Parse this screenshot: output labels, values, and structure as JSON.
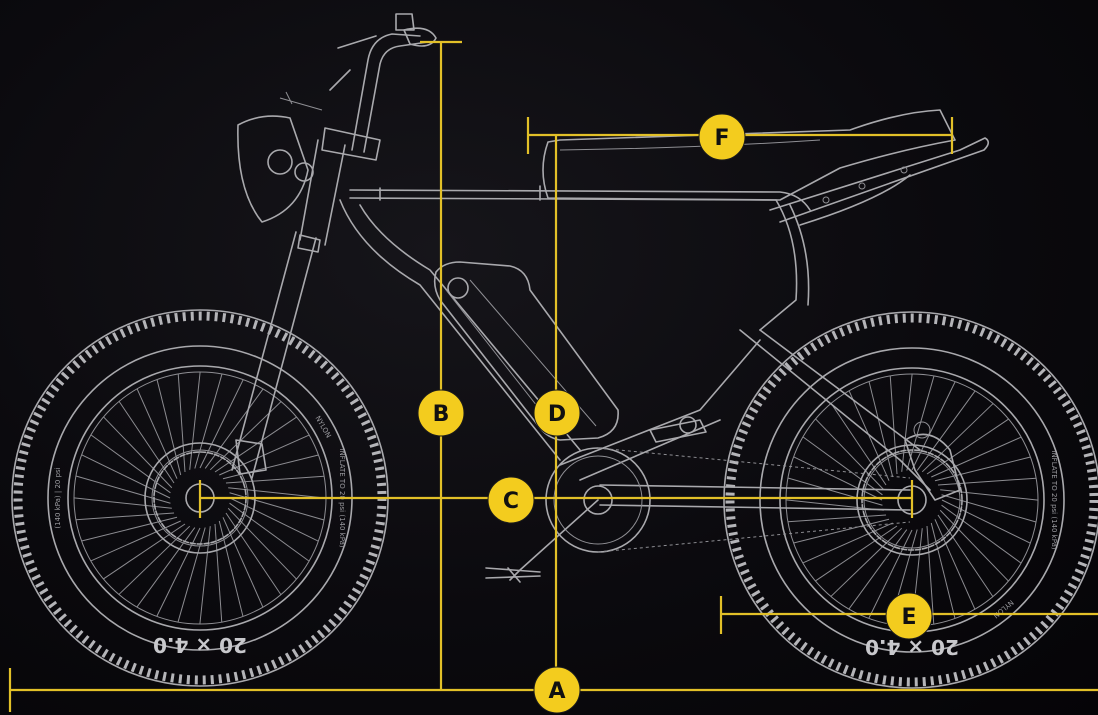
{
  "diagram": {
    "theme": {
      "background": "#0b0a0e",
      "line": "#a9a9ad",
      "accent": "#f3cc1e"
    },
    "tire_size_label": "20 × 4.0",
    "tire_sidewall_text": [
      "NYLON",
      "INFLATE TO 20 psi (140 kPa)",
      "(140 kPa) | 20 psi"
    ],
    "dimensions": [
      {
        "label": "A"
      },
      {
        "label": "B"
      },
      {
        "label": "C"
      },
      {
        "label": "D"
      },
      {
        "label": "E"
      },
      {
        "label": "F"
      }
    ]
  }
}
